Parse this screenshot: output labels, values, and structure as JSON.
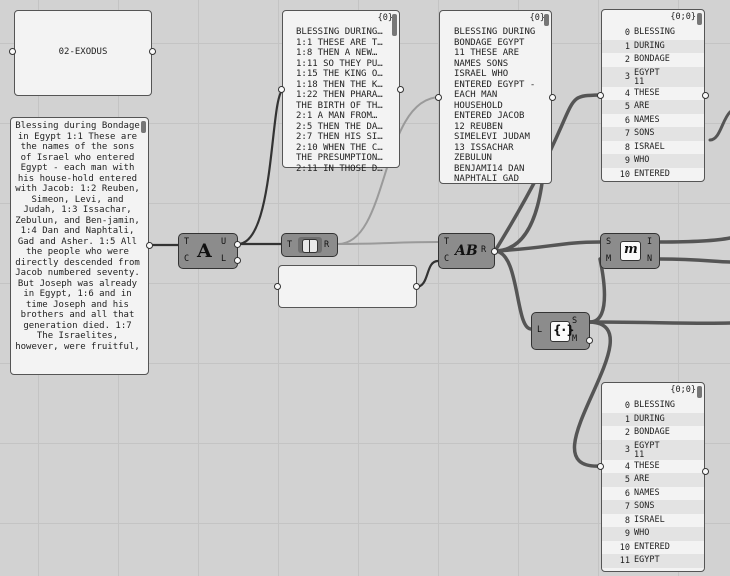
{
  "group": {
    "label": "02-EXODUS"
  },
  "source_panel": {
    "text": "Blessing during Bondage in Egypt 1:1 These are the names of the sons of Israel who entered Egypt - each man with his house-hold entered with Jacob: 1:2 Reuben, Simeon, Levi, and Judah, 1:3 Issachar, Zebulun, and Ben-jamin, 1:4 Dan and Naphtali, Gad and Asher. 1:5 All the people who were directly descended from Jacob numbered seventy. But Joseph was already in Egypt, 1:6 and in time Joseph and his brothers and all that generation died. 1:7 The Israelites, however, were fruitful,"
  },
  "panel_split": {
    "index": "{0}",
    "lines": [
      "BLESSING DURING…",
      "1:1 THESE ARE T…",
      "1:8 THEN A NEW…",
      "1:11 SO THEY PU…",
      "1:15 THE KING O…",
      "1:18 THEN THE K…",
      "1:22 THEN PHARA…",
      "THE BIRTH OF TH…",
      "2:1 A MAN FROM…",
      "2:5 THEN THE DA…",
      "2:7 THEN HIS SI…",
      "2:10 WHEN THE C…",
      "THE PRESUMPTION…",
      "2:11 IN THOSE D…"
    ]
  },
  "panel_words": {
    "index": "{0}",
    "lines": [
      "BLESSING DURING",
      "BONDAGE EGYPT",
      "11 THESE ARE",
      "NAMES SONS",
      "ISRAEL WHO",
      "ENTERED EGYPT -",
      "EACH MAN",
      "HOUSEHOLD",
      "ENTERED JACOB",
      "12 REUBEN",
      "SIMELEVI JUDAM",
      "13 ISSACHAR",
      "ZEBULUN",
      "BENJAMI14 DAN",
      "NAPHTALI GAD"
    ]
  },
  "list_top": {
    "index": "{0;0}",
    "items": [
      {
        "n": "0",
        "t": "BLESSING"
      },
      {
        "n": "1",
        "t": "DURING"
      },
      {
        "n": "2",
        "t": "BONDAGE"
      },
      {
        "n": "3",
        "t": "EGYPT\n11"
      },
      {
        "n": "4",
        "t": "THESE"
      },
      {
        "n": "5",
        "t": "ARE"
      },
      {
        "n": "6",
        "t": "NAMES"
      },
      {
        "n": "7",
        "t": "SONS"
      },
      {
        "n": "8",
        "t": "ISRAEL"
      },
      {
        "n": "9",
        "t": "WHO"
      },
      {
        "n": "10",
        "t": "ENTERED"
      }
    ]
  },
  "list_bottom": {
    "index": "{0;0}",
    "items": [
      {
        "n": "0",
        "t": "BLESSING"
      },
      {
        "n": "1",
        "t": "DURING"
      },
      {
        "n": "2",
        "t": "BONDAGE"
      },
      {
        "n": "3",
        "t": "EGYPT\n11"
      },
      {
        "n": "4",
        "t": "THESE"
      },
      {
        "n": "5",
        "t": "ARE"
      },
      {
        "n": "6",
        "t": "NAMES"
      },
      {
        "n": "7",
        "t": "SONS"
      },
      {
        "n": "8",
        "t": "ISRAEL"
      },
      {
        "n": "9",
        "t": "WHO"
      },
      {
        "n": "10",
        "t": "ENTERED"
      },
      {
        "n": "11",
        "t": "EGYPT"
      }
    ]
  },
  "comp_case": {
    "in1": "T",
    "in2": "C",
    "out1": "U",
    "out2": "L",
    "icon": "A"
  },
  "comp_split": {
    "in1": "T",
    "out1": "R"
  },
  "comp_replace": {
    "in1": "T",
    "in2": "C",
    "out1": "R"
  },
  "comp_member": {
    "in1": "S",
    "in2": "M",
    "out1": "I",
    "out2": "N",
    "icon": "m"
  },
  "comp_set": {
    "in1": "L",
    "out1": "S",
    "out2": "M"
  }
}
